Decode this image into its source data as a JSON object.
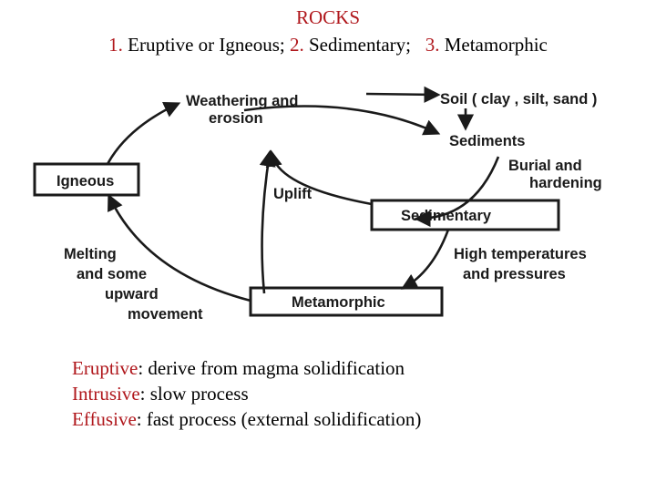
{
  "header": {
    "title": "ROCKS",
    "types": [
      {
        "num": "1.",
        "name": "Eruptive or Igneous;"
      },
      {
        "num": "2.",
        "name": "Sedimentary;"
      },
      {
        "num": "3.",
        "name": "Metamorphic"
      }
    ]
  },
  "diagram": {
    "igneous": "Igneous",
    "sedimentary": "Sedimentary",
    "metamorphic": "Metamorphic",
    "weathering": [
      "Weathering and",
      "erosion"
    ],
    "soil": "Soil ( clay , silt, sand )",
    "sediments": "Sediments",
    "burial": [
      "Burial and",
      "hardening"
    ],
    "uplift": "Uplift",
    "high_temp": [
      "High temperatures",
      "and pressures"
    ],
    "melting": [
      "Melting",
      "and some",
      "upward",
      "movement"
    ]
  },
  "notes": [
    {
      "term": "Eruptive",
      "text": ": derive from magma solidification"
    },
    {
      "term": "Intrusive",
      "text": ": slow process"
    },
    {
      "term": "Effusive",
      "text": ": fast process (external solidification)"
    }
  ],
  "colors": {
    "accent": "#b0171c",
    "text": "#000000",
    "diagram": "#1a1a1a"
  }
}
